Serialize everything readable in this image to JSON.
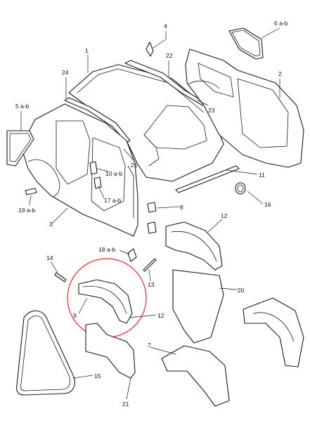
{
  "diagram": {
    "callouts": [
      {
        "id": "c1",
        "label": "1"
      },
      {
        "id": "c2",
        "label": "2"
      },
      {
        "id": "c3",
        "label": "3"
      },
      {
        "id": "c4",
        "label": "4"
      },
      {
        "id": "c5",
        "label": "5 a-b"
      },
      {
        "id": "c6",
        "label": "6 a-b"
      },
      {
        "id": "c7",
        "label": "7"
      },
      {
        "id": "c8",
        "label": "8"
      },
      {
        "id": "c9",
        "label": "9"
      },
      {
        "id": "c10",
        "label": "10 a-b"
      },
      {
        "id": "c11",
        "label": "11"
      },
      {
        "id": "c12a",
        "label": "12"
      },
      {
        "id": "c12b",
        "label": "12"
      },
      {
        "id": "c13",
        "label": "13"
      },
      {
        "id": "c14",
        "label": "14"
      },
      {
        "id": "c15",
        "label": "15"
      },
      {
        "id": "c16",
        "label": "16"
      },
      {
        "id": "c17",
        "label": "17 a-b"
      },
      {
        "id": "c18",
        "label": "18 a-b"
      },
      {
        "id": "c19",
        "label": "19 a-b"
      },
      {
        "id": "c20",
        "label": "20"
      },
      {
        "id": "c21",
        "label": "21"
      },
      {
        "id": "c22",
        "label": "22"
      },
      {
        "id": "c23",
        "label": "23"
      },
      {
        "id": "c24",
        "label": "24"
      },
      {
        "id": "c25",
        "label": "25"
      }
    ],
    "highlight_color": "#e0262b",
    "line_color": "#1a1a1a"
  }
}
